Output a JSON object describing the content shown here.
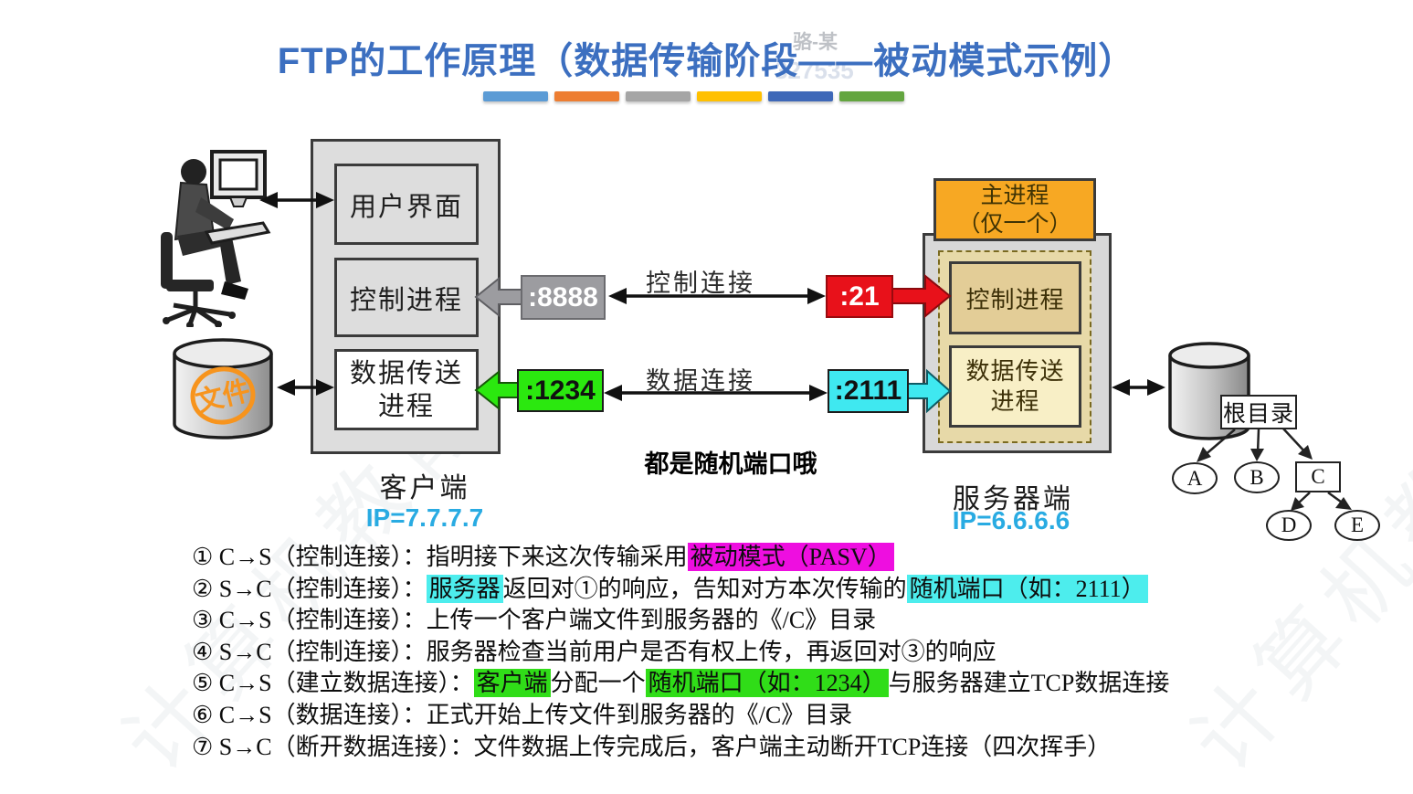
{
  "title": "FTP的工作原理（数据传输阶段——被动模式示例）",
  "bars": [
    "#5B9BD5",
    "#ED7D31",
    "#A5A5A5",
    "#FFC000",
    "#3E68B8",
    "#63A53F"
  ],
  "watermark": {
    "name_tag": "骆-某",
    "number_tag": "327535",
    "diagonal": "计算机教育"
  },
  "client": {
    "label": "客户端",
    "ip": "IP=7.7.7.7",
    "boxes": {
      "ui": "用户界面",
      "control": "控制进程",
      "data_line1": "数据传送",
      "data_line2": "进程"
    },
    "ports": {
      "control": ":8888",
      "data": ":1234"
    },
    "file_db_label": "文件"
  },
  "server": {
    "label": "服务器端",
    "ip": "IP=6.6.6.6",
    "main_process": {
      "line1": "主进程",
      "line2": "（仅一个）"
    },
    "boxes": {
      "control": "控制进程",
      "data_line1": "数据传送",
      "data_line2": "进程"
    },
    "ports": {
      "control": ":21",
      "data": ":2111"
    }
  },
  "connections": {
    "control": "控制连接",
    "data": "数据连接"
  },
  "note": "都是随机端口哦",
  "tree": {
    "root": "根目录",
    "nodes": [
      "A",
      "B",
      "C",
      "D",
      "E"
    ]
  },
  "colors": {
    "title_blue": "#3C6FC0",
    "ip_cyan": "#29ABE2",
    "port_gray": "#9C9CA0",
    "port_green": "#2BE80F",
    "port_red": "#E8111A",
    "port_cyan": "#3FE8F0",
    "main_process_orange": "#F7A823",
    "highlight_magenta": "#EE0EE0",
    "highlight_cyan": "#4DEDED",
    "highlight_green": "#30DD18"
  },
  "steps": [
    [
      {
        "t": "① C→S（控制连接）：指明接下来这次传输采用"
      },
      {
        "t": "被动模式（PASV）",
        "hl": "magenta"
      }
    ],
    [
      {
        "t": "② S→C（控制连接）："
      },
      {
        "t": "服务器",
        "hl": "cyan"
      },
      {
        "t": "返回对①的响应，告知对方本次传输的"
      },
      {
        "t": "随机端口（如：2111）",
        "hl": "cyan"
      }
    ],
    [
      {
        "t": "③ C→S（控制连接）：上传一个客户端文件到服务器的《/C》目录"
      }
    ],
    [
      {
        "t": "④ S→C（控制连接）：服务器检查当前用户是否有权上传，再返回对③的响应"
      }
    ],
    [
      {
        "t": "⑤ C→S（建立数据连接）："
      },
      {
        "t": "客户端",
        "hl": "green"
      },
      {
        "t": "分配一个"
      },
      {
        "t": "随机端口（如：1234）",
        "hl": "green"
      },
      {
        "t": "与服务器建立TCP数据连接"
      }
    ],
    [
      {
        "t": "⑥ C→S（数据连接）：正式开始上传文件到服务器的《/C》目录"
      }
    ],
    [
      {
        "t": "⑦ S→C（断开数据连接）：文件数据上传完成后，客户端主动断开TCP连接（四次挥手）"
      }
    ]
  ]
}
